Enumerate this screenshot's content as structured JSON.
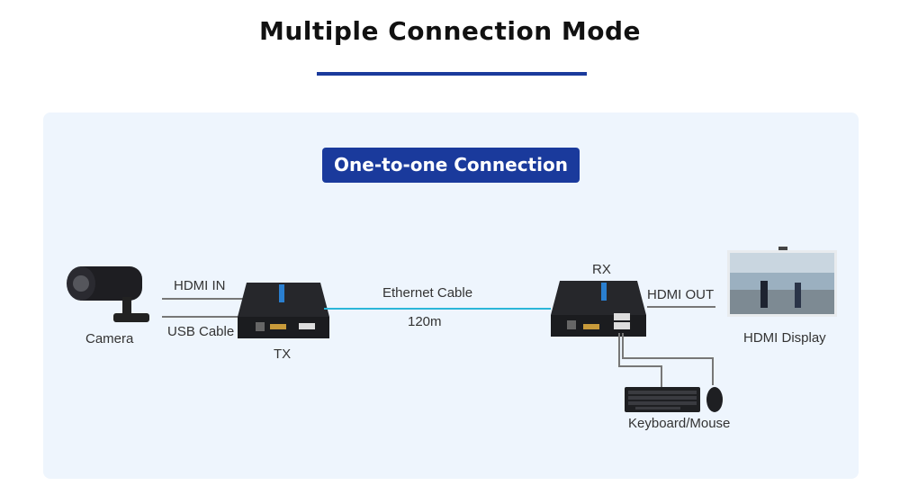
{
  "title": "Multiple Connection Mode",
  "mode_badge": "One-to-one Connection",
  "labels": {
    "camera": "Camera",
    "hdmi_in": "HDMI IN",
    "usb_cable": "USB Cable",
    "tx": "TX",
    "ethernet": "Ethernet Cable",
    "distance": "120m",
    "rx": "RX",
    "hdmi_out": "HDMI OUT",
    "display": "HDMI Display",
    "keyboard_mouse": "Keyboard/Mouse"
  },
  "colors": {
    "accent": "#1a3a9c",
    "panel": "#eef5fd",
    "ethernet": "#2bb6d9"
  }
}
